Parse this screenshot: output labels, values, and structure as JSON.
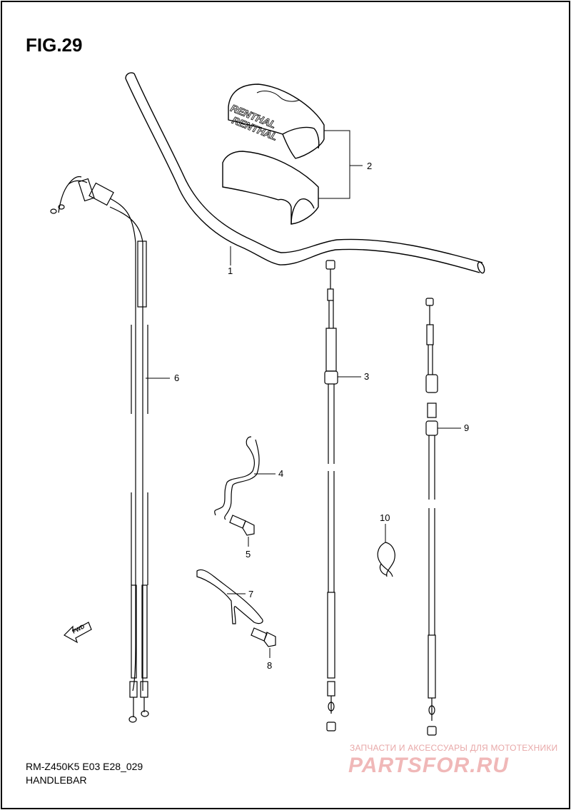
{
  "figure": {
    "title": "FIG.29"
  },
  "footer": {
    "model_code": "RM-Z450K5 E03 E28_029",
    "section": "HANDLEBAR"
  },
  "watermark": {
    "tagline": "ЗАПЧАСТИ И АКСЕССУАРЫ ДЛЯ МОТОТЕХНИКИ",
    "logo": "PARTSFOR.RU",
    "color": "#f0b8b8"
  },
  "pad_brand": {
    "text": "RENTHAL"
  },
  "fwd_arrow": {
    "text": "FWD"
  },
  "parts": [
    {
      "number": "1",
      "name": "handlebar"
    },
    {
      "number": "2",
      "name": "handlebar-pad"
    },
    {
      "number": "3",
      "name": "clutch-cable"
    },
    {
      "number": "4",
      "name": "cable-guide"
    },
    {
      "number": "5",
      "name": "bolt"
    },
    {
      "number": "6",
      "name": "throttle-cable"
    },
    {
      "number": "7",
      "name": "cable-guide"
    },
    {
      "number": "8",
      "name": "bolt"
    },
    {
      "number": "9",
      "name": "hot-start-cable"
    },
    {
      "number": "10",
      "name": "clamp"
    }
  ]
}
